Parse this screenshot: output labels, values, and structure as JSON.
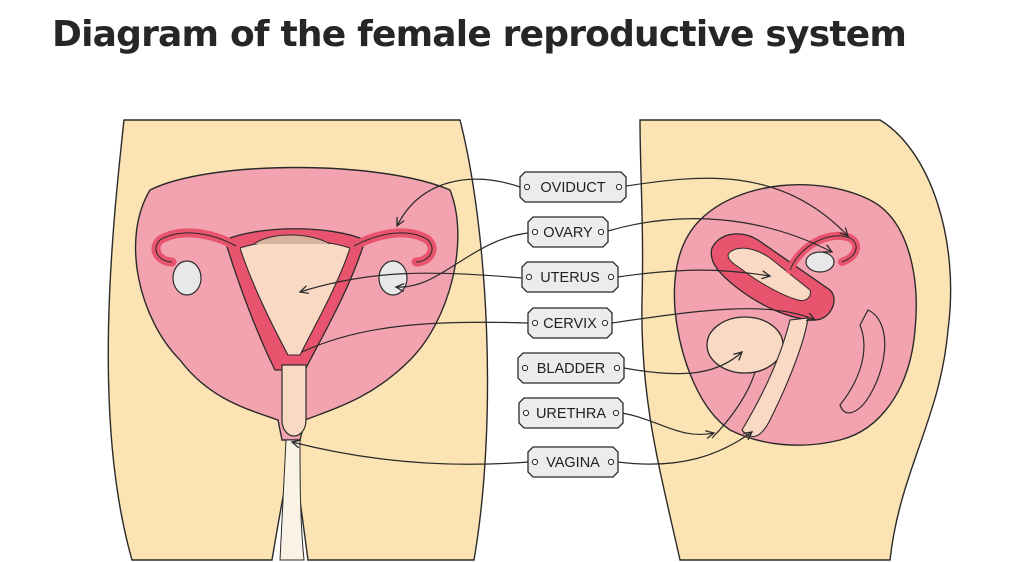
{
  "title": "Diagram of the female reproductive system",
  "labels": [
    "OVIDUCT",
    "OVARY",
    "UTERUS",
    "CERVIX",
    "BLADDER",
    "URETHRA",
    "VAGINA"
  ],
  "colors": {
    "skin": "#fbe3b3",
    "tissue_pink": "#f3a3b0",
    "organ_pink": "#e8546e",
    "organ_light": "#f9d9c4",
    "label_fill": "#ececec",
    "outline": "#2a2a2a",
    "title_text": "#262626"
  }
}
